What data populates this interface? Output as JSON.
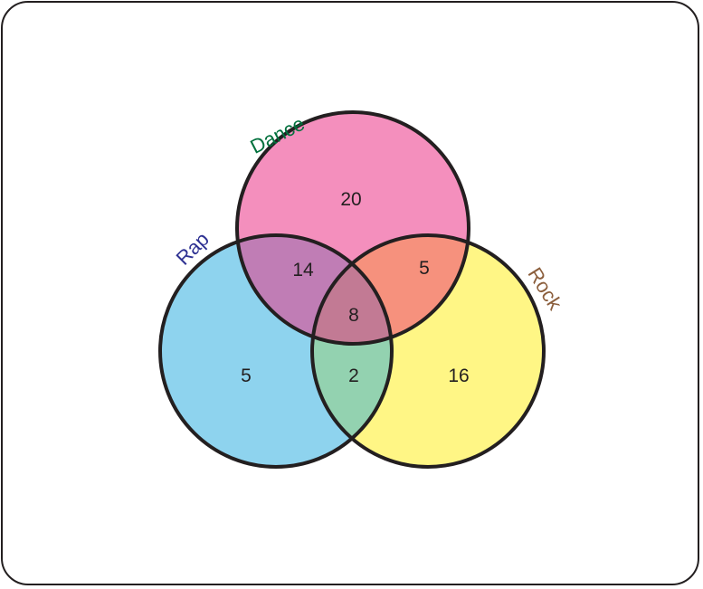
{
  "diagram": {
    "type": "venn-3",
    "sets": [
      {
        "name": "Dance",
        "fill": "#f48fbd",
        "label_color": "#00703c"
      },
      {
        "name": "Rap",
        "fill": "#8ed3ee",
        "label_color": "#2e3192"
      },
      {
        "name": "Rock",
        "fill": "#fff685",
        "label_color": "#8b5e3c"
      }
    ],
    "regions": {
      "dance_only": "20",
      "rap_only": "5",
      "rock_only": "16",
      "dance_rap": "14",
      "dance_rock": "5",
      "rap_rock": "2",
      "all_three": "8"
    },
    "region_colors": {
      "dance_rap": "#c07db5",
      "dance_rock": "#f6917d",
      "rap_rock": "#93d2b0",
      "all_three": "#c27a94"
    },
    "labels": {
      "dance": "Dance",
      "rap": "Rap",
      "rock": "Rock"
    }
  }
}
